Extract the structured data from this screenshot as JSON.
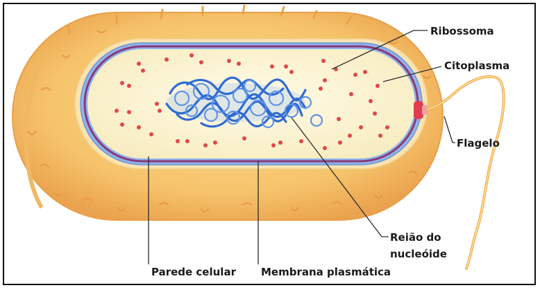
{
  "diagram": {
    "labels": {
      "ribosome": "Ribossoma",
      "cytoplasm": "Citoplasma",
      "flagellum": "Flagelo",
      "nucleoid_line1": "Reião do",
      "nucleoid_line2": "nucleóide",
      "cell_wall": "Parede celular",
      "plasma_membrane": "Membrana plasmática"
    },
    "colors": {
      "capsule": "#f6c36a",
      "capsule_edge": "#e9a04a",
      "cell_wall": "#fbe3b0",
      "membrane_blue": "#7fa6e0",
      "membrane_purple": "#8a3a7a",
      "cytoplasm": "#fdf6d8",
      "ribosome": "#e04848",
      "nucleoid": "#3a78d8",
      "flagellum": "#f0b050"
    }
  }
}
